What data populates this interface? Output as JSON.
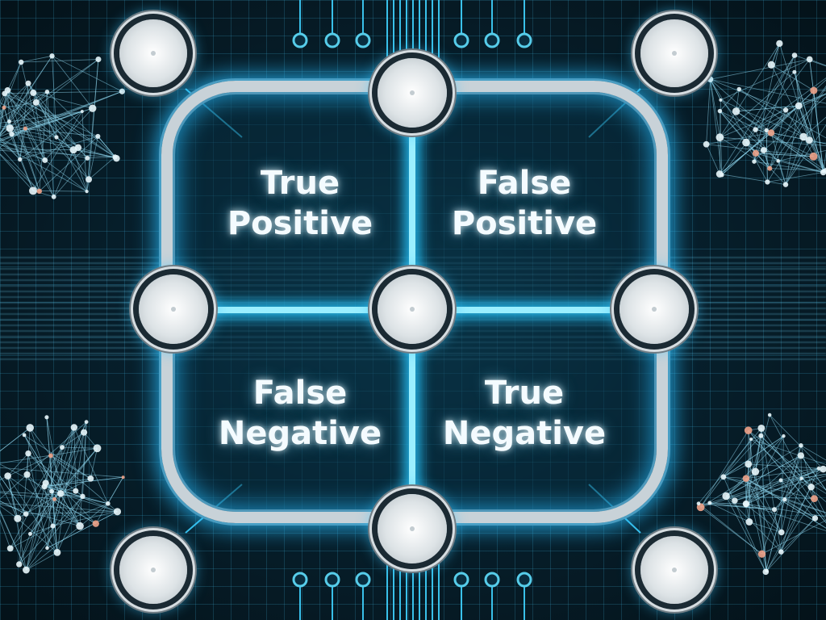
{
  "quadrants": {
    "top_left": {
      "line1": "True",
      "line2": "Positive"
    },
    "top_right": {
      "line1": "False",
      "line2": "Positive"
    },
    "bottom_left": {
      "line1": "False",
      "line2": "Negative"
    },
    "bottom_right": {
      "line1": "True",
      "line2": "Negative"
    }
  },
  "colors": {
    "background": "#07202d",
    "glow": "#28c8ff",
    "frame": "#c8d2d8",
    "text": "#f4fbff"
  },
  "icons": [
    "metal-knob-icon",
    "neural-network-icon"
  ]
}
